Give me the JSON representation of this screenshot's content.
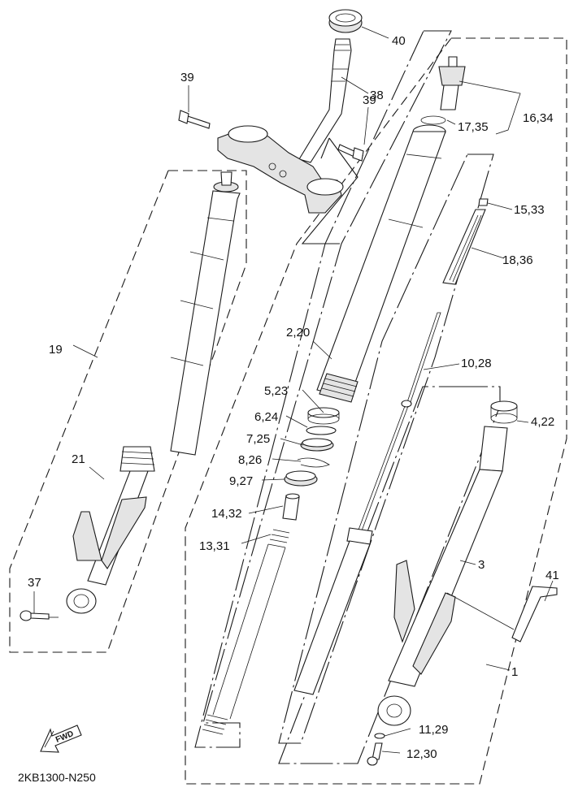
{
  "diagram": {
    "type": "exploded-parts-diagram",
    "subject": "front fork assembly",
    "diagram_code": "2KB1300-N250",
    "direction_indicator": "FWD",
    "callouts": [
      {
        "id": "c40",
        "label": "40"
      },
      {
        "id": "c38",
        "label": "38"
      },
      {
        "id": "c39a",
        "label": "39"
      },
      {
        "id": "c39b",
        "label": "39"
      },
      {
        "id": "c16",
        "label": "16,34"
      },
      {
        "id": "c17",
        "label": "17,35"
      },
      {
        "id": "c15",
        "label": "15,33"
      },
      {
        "id": "c18",
        "label": "18,36"
      },
      {
        "id": "c19",
        "label": "19"
      },
      {
        "id": "c2",
        "label": "2,20"
      },
      {
        "id": "c10",
        "label": "10,28"
      },
      {
        "id": "c5",
        "label": "5,23"
      },
      {
        "id": "c6",
        "label": "6,24"
      },
      {
        "id": "c4",
        "label": "4,22"
      },
      {
        "id": "c7",
        "label": "7,25"
      },
      {
        "id": "c8",
        "label": "8,26"
      },
      {
        "id": "c21",
        "label": "21"
      },
      {
        "id": "c9",
        "label": "9,27"
      },
      {
        "id": "c14",
        "label": "14,32"
      },
      {
        "id": "c13",
        "label": "13,31"
      },
      {
        "id": "c3",
        "label": "3"
      },
      {
        "id": "c41",
        "label": "41"
      },
      {
        "id": "c37",
        "label": "37"
      },
      {
        "id": "c1",
        "label": "1"
      },
      {
        "id": "c11",
        "label": "11,29"
      },
      {
        "id": "c12",
        "label": "12,30"
      }
    ]
  }
}
